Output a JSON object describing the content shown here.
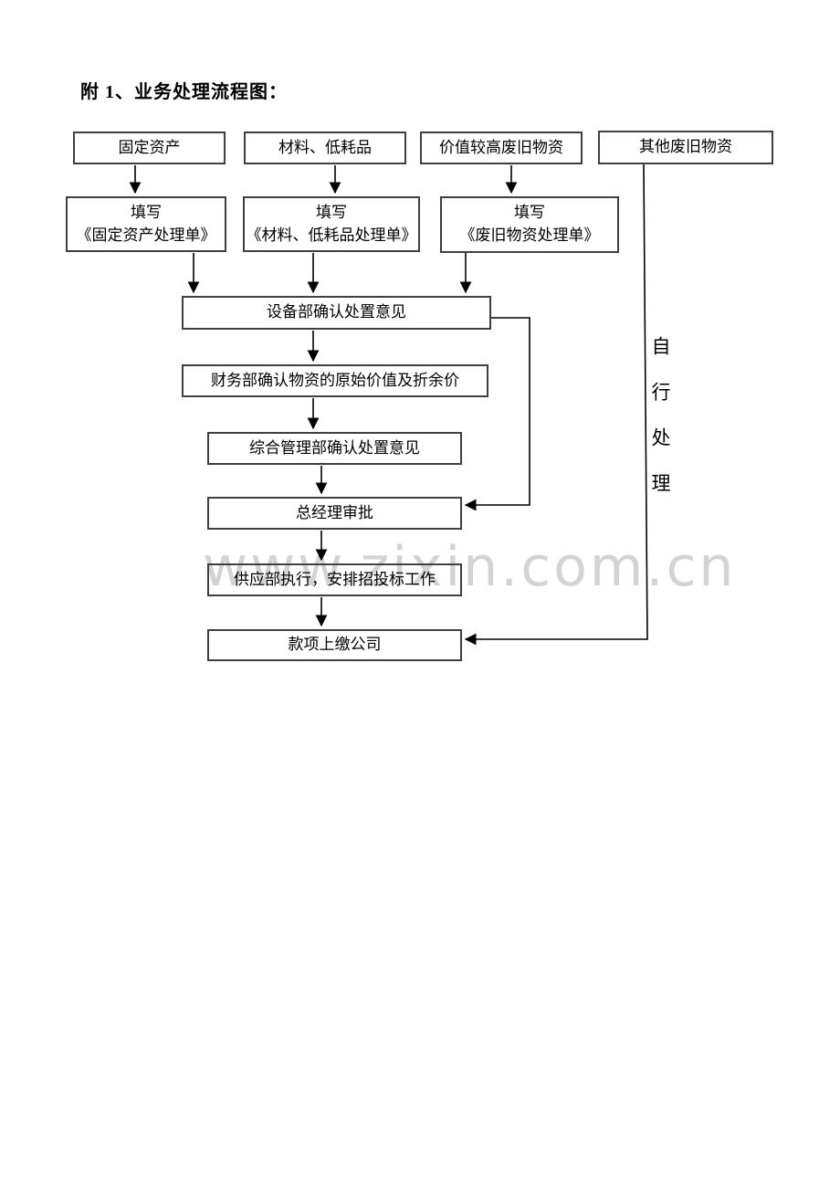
{
  "page": {
    "title": "附 1、业务处理流程图："
  },
  "watermark": {
    "text": "www.zixin.com.cn"
  },
  "flowchart": {
    "sources": [
      {
        "label": "固定资产"
      },
      {
        "label": "材料、低耗品"
      },
      {
        "label": "价值较高废旧物资"
      },
      {
        "label": "其他废旧物资"
      }
    ],
    "forms": [
      {
        "line1": "填写",
        "line2": "《固定资产处理单》"
      },
      {
        "line1": "填写",
        "line2": "《材料、低耗品处理单》"
      },
      {
        "line1": "填写",
        "line2": "《废旧物资处理单》"
      }
    ],
    "steps": [
      {
        "label": "设备部确认处置意见"
      },
      {
        "label": "财务部确认物资的原始价值及折余价"
      },
      {
        "label": "综合管理部确认处置意见"
      },
      {
        "label": "总经理审批"
      },
      {
        "label": "供应部执行，安排招投标工作"
      },
      {
        "label": "款项上缴公司"
      }
    ],
    "side_note": "自行处理"
  }
}
